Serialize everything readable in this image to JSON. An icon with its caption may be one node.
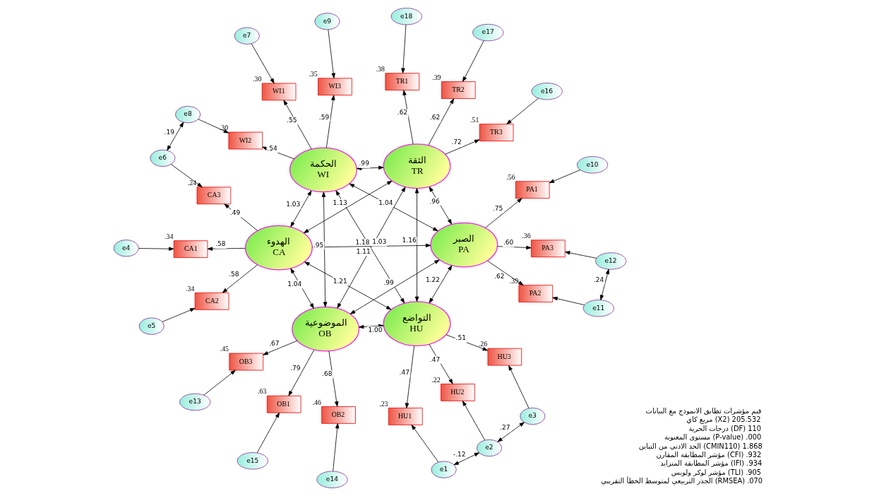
{
  "diagram": {
    "nodes": [
      {
        "text": [
          "التواضع",
          "HU"
        ]
      },
      {
        "text": [
          "الثقة",
          "TR"
        ]
      },
      {
        "text": [
          "الهدوء",
          "CA"
        ]
      },
      {
        "text": [
          "الموضوعية",
          "OB"
        ]
      },
      {
        "text": [
          "الحكمة",
          "WI"
        ]
      },
      {
        "text": [
          "الصبر",
          "PA"
        ]
      },
      {
        "text": [
          "HU1"
        ],
        "beside": [
          ".23"
        ]
      },
      {
        "text": [
          "HU2"
        ],
        "beside": [
          ".22"
        ]
      },
      {
        "text": [
          "HU3"
        ],
        "beside": [
          ".26"
        ]
      },
      {
        "text": [
          "TR1"
        ],
        "beside": [
          ".38"
        ]
      },
      {
        "text": [
          "TR2"
        ],
        "beside": [
          ".39"
        ]
      },
      {
        "text": [
          "TR3"
        ],
        "beside": [
          ".51"
        ]
      },
      {
        "text": [
          "CA1"
        ],
        "beside": [
          ".34"
        ]
      },
      {
        "text": [
          "CA2"
        ],
        "beside": [
          ".34"
        ]
      },
      {
        "text": [
          "CA3"
        ],
        "beside": [
          ".24"
        ]
      },
      {
        "text": [
          "OB1"
        ],
        "beside": [
          ".63"
        ]
      },
      {
        "text": [
          "OB2"
        ],
        "beside": [
          ".46"
        ]
      },
      {
        "text": [
          "OB3"
        ],
        "beside": [
          ".45"
        ]
      },
      {
        "text": [
          "WI1"
        ],
        "beside": [
          ".30"
        ]
      },
      {
        "text": [
          "WI2"
        ],
        "beside": [
          ".30"
        ]
      },
      {
        "text": [
          "WI3"
        ],
        "beside": [
          ".35"
        ]
      },
      {
        "text": [
          "PA3"
        ],
        "beside": [
          ".36"
        ]
      },
      {
        "text": [
          "PA2"
        ],
        "beside": [
          ".39"
        ]
      },
      {
        "text": [
          "PA1"
        ],
        "beside": [
          ".56"
        ]
      },
      {
        "text": [
          "e1"
        ]
      },
      {
        "text": [
          "e2"
        ]
      },
      {
        "text": [
          "e3"
        ]
      },
      {
        "text": [
          "e18"
        ]
      },
      {
        "text": [
          "e17"
        ]
      },
      {
        "text": [
          "e16"
        ]
      },
      {
        "text": [
          "e4"
        ]
      },
      {
        "text": [
          "e5"
        ]
      },
      {
        "text": [
          "e6"
        ]
      },
      {
        "text": [
          "e15"
        ]
      },
      {
        "text": [
          "e14"
        ]
      },
      {
        "text": [
          "e13"
        ]
      },
      {
        "text": [
          "e7"
        ]
      },
      {
        "text": [
          "e8"
        ]
      },
      {
        "text": [
          "e9"
        ]
      },
      {
        "text": [
          "e12"
        ]
      },
      {
        "text": [
          "e11"
        ]
      },
      {
        "text": [
          "e10"
        ]
      }
    ],
    "edges": [
      {
        "from": 0,
        "to": 6,
        "arrow": "to",
        "label": ".47"
      },
      {
        "from": 0,
        "to": 7,
        "arrow": "to",
        "label": ".47"
      },
      {
        "from": 0,
        "to": 8,
        "arrow": "to",
        "label": ".51"
      },
      {
        "from": 1,
        "to": 9,
        "arrow": "to",
        "label": ".62"
      },
      {
        "from": 1,
        "to": 10,
        "arrow": "to",
        "label": ".62"
      },
      {
        "from": 1,
        "to": 11,
        "arrow": "to",
        "label": ".72"
      },
      {
        "from": 2,
        "to": 12,
        "arrow": "to",
        "label": ".58"
      },
      {
        "from": 2,
        "to": 13,
        "arrow": "to",
        "label": ".58"
      },
      {
        "from": 2,
        "to": 14,
        "arrow": "to",
        "label": ".49"
      },
      {
        "from": 3,
        "to": 15,
        "arrow": "to",
        "label": ".79"
      },
      {
        "from": 3,
        "to": 16,
        "arrow": "to",
        "label": ".68"
      },
      {
        "from": 3,
        "to": 17,
        "arrow": "to",
        "label": ".67"
      },
      {
        "from": 4,
        "to": 18,
        "arrow": "to",
        "label": ".55"
      },
      {
        "from": 4,
        "to": 19,
        "arrow": "to",
        "label": ".54"
      },
      {
        "from": 4,
        "to": 20,
        "arrow": "to",
        "label": ".59"
      },
      {
        "from": 5,
        "to": 21,
        "arrow": "to",
        "label": ".60"
      },
      {
        "from": 5,
        "to": 22,
        "arrow": "to",
        "label": ".62"
      },
      {
        "from": 5,
        "to": 23,
        "arrow": "to",
        "label": ".75"
      },
      {
        "from": 24,
        "to": 6,
        "arrow": "to"
      },
      {
        "from": 25,
        "to": 7,
        "arrow": "to"
      },
      {
        "from": 26,
        "to": 8,
        "arrow": "to"
      },
      {
        "from": 27,
        "to": 9,
        "arrow": "to"
      },
      {
        "from": 28,
        "to": 10,
        "arrow": "to"
      },
      {
        "from": 29,
        "to": 11,
        "arrow": "to"
      },
      {
        "from": 30,
        "to": 12,
        "arrow": "to"
      },
      {
        "from": 31,
        "to": 13,
        "arrow": "to"
      },
      {
        "from": 32,
        "to": 14,
        "arrow": "to"
      },
      {
        "from": 33,
        "to": 15,
        "arrow": "to"
      },
      {
        "from": 34,
        "to": 16,
        "arrow": "to"
      },
      {
        "from": 35,
        "to": 17,
        "arrow": "to"
      },
      {
        "from": 36,
        "to": 18,
        "arrow": "to"
      },
      {
        "from": 37,
        "to": 19,
        "arrow": "to"
      },
      {
        "from": 38,
        "to": 20,
        "arrow": "to"
      },
      {
        "from": 39,
        "to": 21,
        "arrow": "to"
      },
      {
        "from": 40,
        "to": 22,
        "arrow": "to"
      },
      {
        "from": 41,
        "to": 23,
        "arrow": "to"
      },
      {
        "from": 24,
        "to": 25,
        "arrow": "both",
        "label": "-.12"
      },
      {
        "from": 25,
        "to": 26,
        "arrow": "both",
        "label": ".27"
      },
      {
        "from": 32,
        "to": 37,
        "arrow": "both",
        "label": ".19"
      },
      {
        "from": 39,
        "to": 40,
        "arrow": "both",
        "label": ".24"
      },
      {
        "from": 0,
        "to": 1,
        "arrow": "both",
        "label": "1.16"
      },
      {
        "from": 0,
        "to": 2,
        "arrow": "both",
        "label": "1.21"
      },
      {
        "from": 1,
        "to": 2,
        "arrow": "both",
        "label": "1.13"
      },
      {
        "from": 0,
        "to": 3,
        "arrow": "both",
        "label": "1.00"
      },
      {
        "from": 0,
        "to": 5,
        "arrow": "both",
        "label": "1.22"
      },
      {
        "from": 0,
        "to": 4,
        "arrow": "both",
        "label": "1.18"
      },
      {
        "from": 1,
        "to": 4,
        "arrow": "both",
        "label": ".99"
      },
      {
        "from": 2,
        "to": 3,
        "arrow": "both",
        "label": "1.04"
      },
      {
        "from": 1,
        "to": 3,
        "arrow": "both",
        "label": "1.11"
      },
      {
        "from": 1,
        "to": 5,
        "arrow": "both",
        "label": ".96"
      },
      {
        "from": 2,
        "to": 4,
        "arrow": "both",
        "label": "1.03"
      },
      {
        "from": 2,
        "to": 5,
        "arrow": "both",
        "label": "1.03"
      },
      {
        "from": 3,
        "to": 4,
        "arrow": "both",
        "label": ".95"
      },
      {
        "from": 3,
        "to": 5,
        "arrow": "both",
        "label": ".99"
      },
      {
        "from": 4,
        "to": 5,
        "arrow": "both",
        "label": "1.04"
      }
    ],
    "labels": [
      "قيم مؤشرات تطابق الانموذج مع البيانات",
      "مربع كاي (X2) 205.532",
      "درجات الحرية (DF) 110",
      "مستوى المعنوية (P-value) .000",
      "الحد الادنى من التباين (CMIN110) 1.868",
      "مؤشر المطابقة المقارن (CFI) .932",
      "مؤشر المطابقة المتزايد (IFI) .934",
      "مؤشر لوكر ولويس (TLI) .905",
      "الجذر التربيعي لمتوسط الخطأ التقريبي (RMSEA) .070"
    ]
  }
}
